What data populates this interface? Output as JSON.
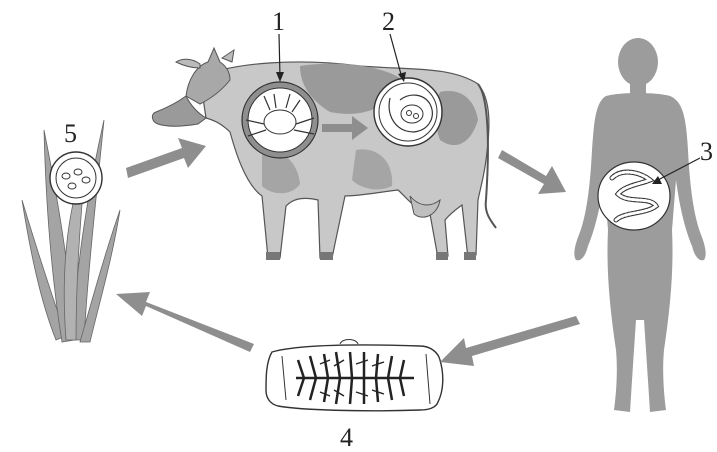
{
  "labels": {
    "stage1": "1",
    "stage2": "2",
    "stage3": "3",
    "stage4": "4",
    "stage5": "5"
  },
  "colors": {
    "figure_fill": "#9c9c9c",
    "figure_light": "#cfcfcf",
    "arrow": "#8e8e8e",
    "line": "#333333",
    "plant": "#a4a4a4",
    "inset_fill": "#ffffff"
  },
  "icons": {
    "host_animal": "cow-icon",
    "human_host": "human-icon",
    "plant": "grass-icon",
    "oncosphere": "oncosphere-icon",
    "cysticercus": "cysticercus-icon",
    "adult_worm": "tapeworm-icon",
    "proglottid": "proglottid-icon",
    "eggs": "eggs-icon"
  }
}
